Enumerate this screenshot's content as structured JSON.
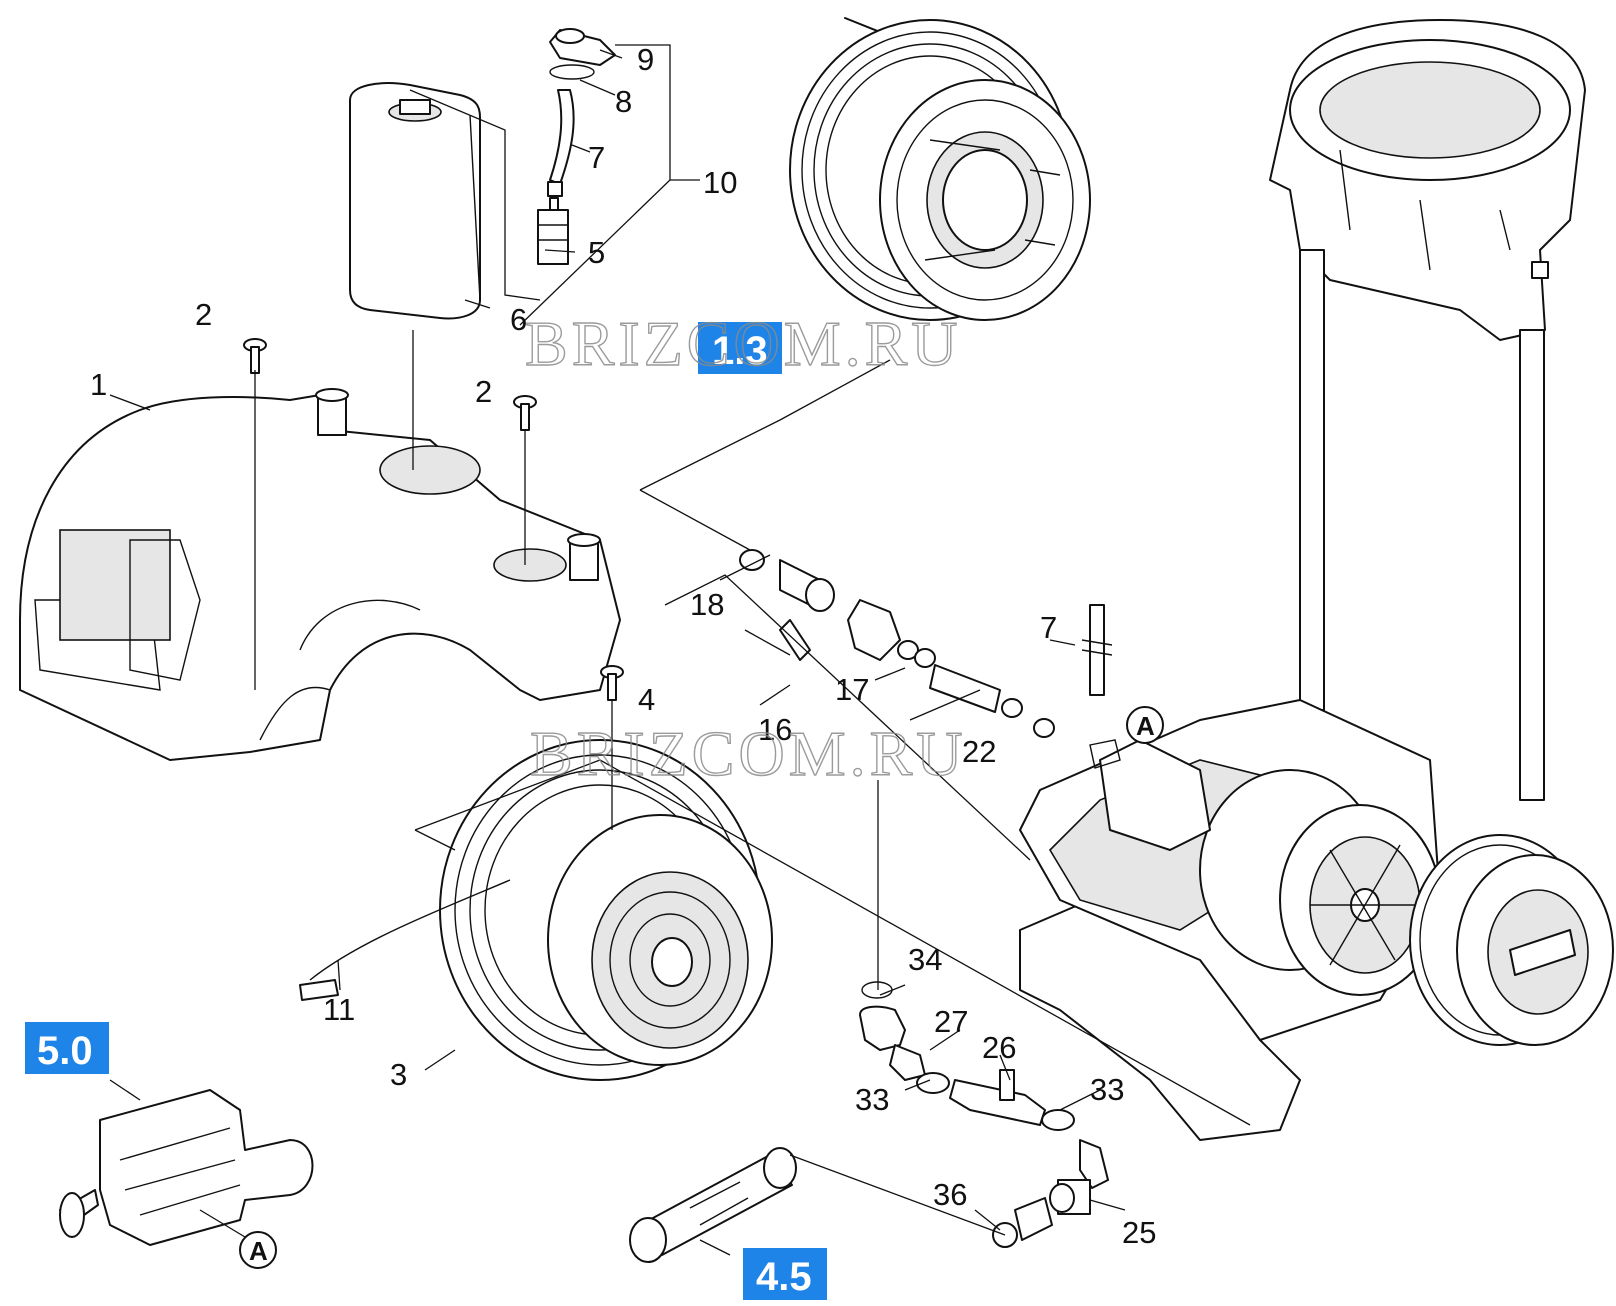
{
  "watermark": "BRIZCOM.RU",
  "callouts": {
    "c1": "1",
    "c2a": "2",
    "c2b": "2",
    "c3": "3",
    "c4": "4",
    "c5": "5",
    "c6": "6",
    "c7a": "7",
    "c7b": "7",
    "c8": "8",
    "c9": "9",
    "c10": "10",
    "c11": "11",
    "c16": "16",
    "c17": "17",
    "c18": "18",
    "c22": "22",
    "c25": "25",
    "c26": "26",
    "c27": "27",
    "c33a": "33",
    "c33b": "33",
    "c34": "34",
    "c36": "36"
  },
  "section_refs": {
    "r13": "1.3",
    "r50": "5.0",
    "r45": "4.5"
  },
  "connection_marks": {
    "a1": "A",
    "a2": "A"
  },
  "colors": {
    "ref_badge": "#1e84e8",
    "line": "#111111"
  }
}
